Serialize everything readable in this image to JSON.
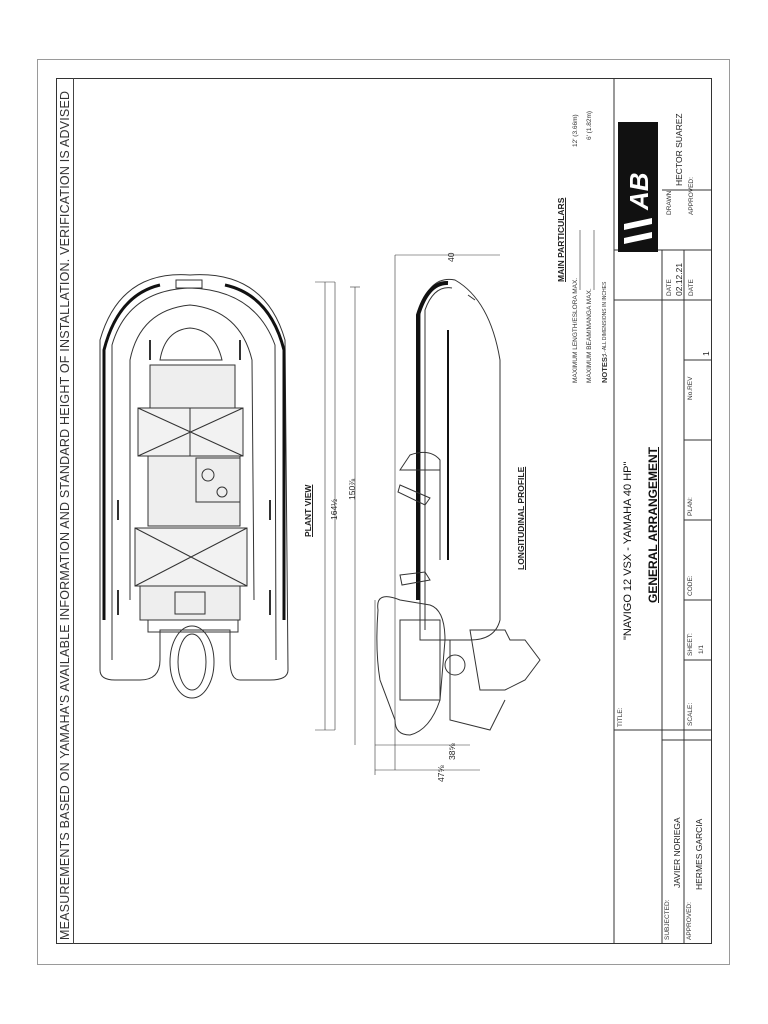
{
  "banner": "MEASUREMENTS BASED ON YAMAHA'S AVAILABLE INFORMATION AND STANDARD HEIGHT OF INSTALLATION. VERIFICATION IS ADVISED",
  "views": {
    "plant_view": "PLANT VIEW",
    "longitudinal_profile": "LONGITUDINAL PROFILE"
  },
  "dimensions": {
    "overall": "164½",
    "hull": "150⅞",
    "motor_outer": "47⅝",
    "motor_inner": "38⅝",
    "height": "40"
  },
  "main_particulars": {
    "heading": "MAIN PARTICULARS",
    "rows": [
      {
        "label": "MAXIMUM LENGTH/ESLORA MAX.",
        "value": "12' (3.66m)"
      },
      {
        "label": "MAXIMUM BEAM/MANGA MAX.",
        "value": "6' (1.82m)"
      }
    ],
    "notes_label": "NOTES:",
    "notes_text": "1.-ALL DIMENSIONS IN INCHES"
  },
  "title_block": {
    "title_label": "TITLE:",
    "title": "\"NAVIGO 12 VSX - YAMAHA 40 HP\"",
    "subtitle": "GENERAL ARRANGEMENT",
    "scale_label": "SCALE:",
    "sheet_label": "SHEET:",
    "sheet_value": "1/1",
    "code_label": "CODE:",
    "plan_label": "PLAN:",
    "rev_label": "No.REV",
    "rev_value": "1",
    "date_label": "DATE",
    "date_value": "02.12.21",
    "drawn_label": "DRAWN",
    "drawn_value": "HECTOR SUAREZ",
    "approved_label_right": "APPROVED:",
    "subjected_label": "SUBJECTED:",
    "subjected_value": "JAVIER NORIEGA",
    "approved_label": "APPROVED:",
    "approved_value": "HERMES GARCIA",
    "logo_text": "AB"
  },
  "colors": {
    "line": "#333333",
    "hull_stripe": "#111111",
    "panel": "#e6e6e6"
  }
}
